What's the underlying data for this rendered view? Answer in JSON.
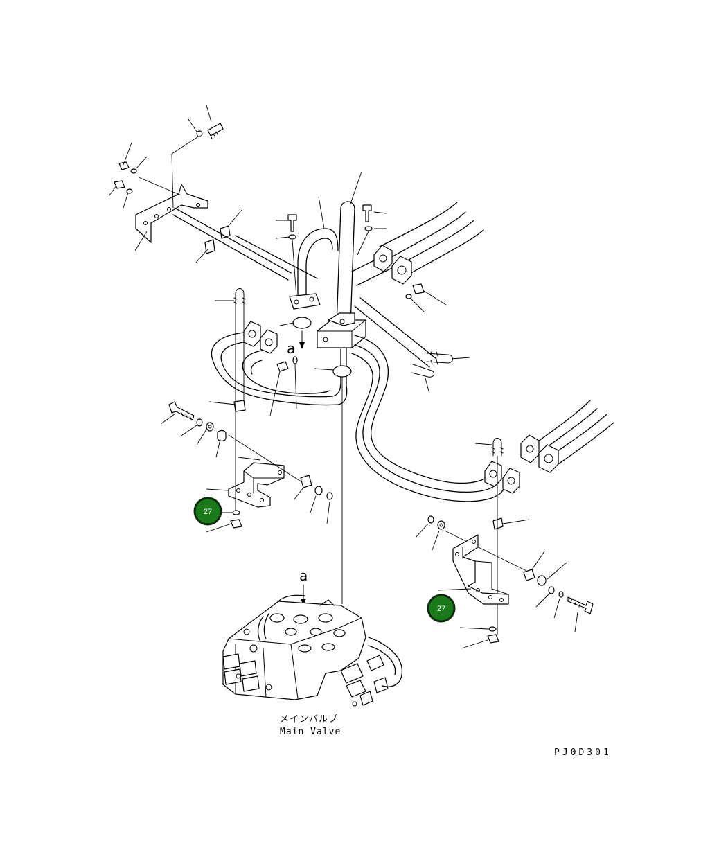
{
  "diagram": {
    "callout_letter_top": "a",
    "callout_letter_bottom": "a",
    "main_valve_label_jp": "メインバルブ",
    "main_valve_label_en": "Main Valve",
    "drawing_code": "PJ0D301",
    "callouts": [
      {
        "number": "27"
      },
      {
        "number": "27"
      }
    ],
    "colors": {
      "badge_fill": "#1a7a1a",
      "badge_ring": "#0a2a0a",
      "line": "#000000"
    }
  }
}
